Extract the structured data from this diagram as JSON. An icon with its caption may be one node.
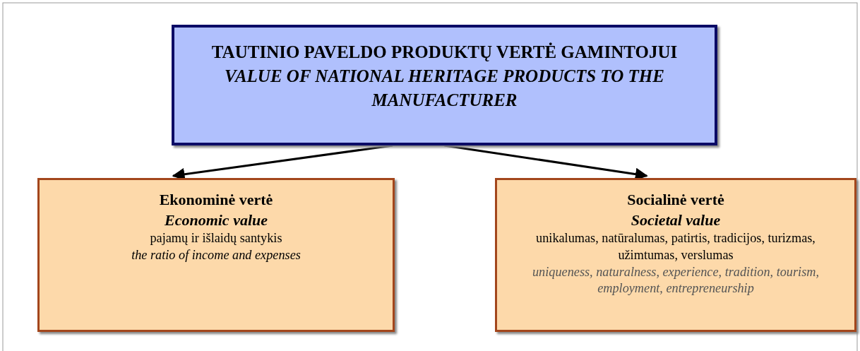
{
  "diagram": {
    "nodes": [
      {
        "text": [
          "TAUTINIO PAVELDO PRODUKTŲ VERTĖ GAMINTOJUI",
          "VALUE OF NATIONAL HERITAGE PRODUCTS TO THE MANUFACTURER"
        ]
      },
      {
        "text": [
          "Ekonominė vertė",
          "Economic value",
          "pajamų ir išlaidų santykis",
          "the ratio of income and expenses"
        ]
      },
      {
        "text": [
          "Socialinė vertė",
          "Societal value",
          "unikalumas, natūralumas, patirtis, tradicijos, turizmas, užimtumas, verslumas",
          "uniqueness, naturalness, experience, tradition, tourism, employment, entrepreneurship"
        ]
      }
    ],
    "edges": [
      {
        "from": 0,
        "to": 1,
        "arrow": "to"
      },
      {
        "from": 0,
        "to": 2,
        "arrow": "to"
      }
    ]
  }
}
